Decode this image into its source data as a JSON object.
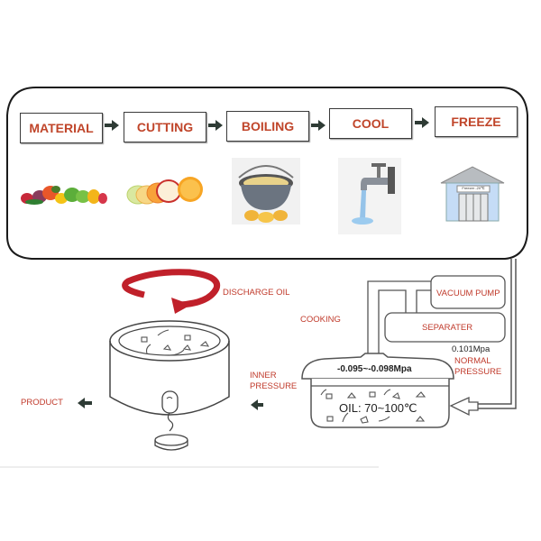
{
  "process_steps": [
    {
      "label": "MATERIAL",
      "image": "mixed-vegetables-image"
    },
    {
      "label": "CUTTING",
      "image": "sliced-fruit-image"
    },
    {
      "label": "BOILING",
      "image": "boiling-pot-image"
    },
    {
      "label": "COOL",
      "image": "water-tap-image"
    },
    {
      "label": "FREEZE",
      "image": "freezer-building-image"
    }
  ],
  "freezer_sign": "Freezer -20℃",
  "fryer": {
    "discharge_oil": "DISCHARGE OIL",
    "cooking": "COOKING",
    "vacuum_pump": "VACUUM PUMP",
    "separater": "SEPARATER",
    "normal_pressure_value": "0.101Mpa",
    "normal_pressure_line1": "NORMAL",
    "normal_pressure_line2": "PRESSURE",
    "vacuum_pressure": "-0.095~-0.098Mpa",
    "oil_temp": "OIL: 70~100℃",
    "inner_pressure_line1": "INNER",
    "inner_pressure_line2": "PRESSURE",
    "product": "PRODUCT"
  },
  "colors": {
    "label_red": "#c03a2b",
    "box_text": "#c0452a",
    "arrow_dark": "#2e3b35",
    "rotate_arrow": "#c0202a"
  }
}
